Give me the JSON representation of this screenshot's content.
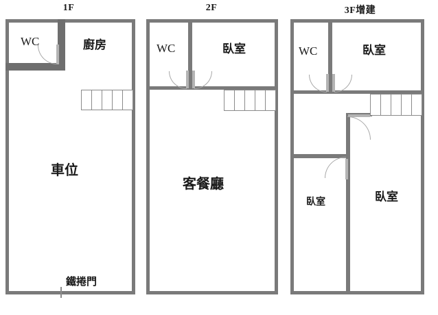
{
  "document": {
    "kind": "real-estate-floor-plan",
    "floor_count": 3
  },
  "floors": [
    {
      "id": "floor-1f",
      "title": "1F",
      "rooms": [
        {
          "name": "wc",
          "label": "WC",
          "script": "latin"
        },
        {
          "name": "kitchen",
          "label": "廚房",
          "script": "cjk"
        },
        {
          "name": "parking",
          "label": "車位",
          "script": "cjk"
        }
      ],
      "features": [
        {
          "name": "rolling-shutter-door",
          "label": "鐵捲門"
        },
        {
          "name": "staircase",
          "label": "",
          "steps": 5
        }
      ]
    },
    {
      "id": "floor-2f",
      "title": "2F",
      "rooms": [
        {
          "name": "wc",
          "label": "WC",
          "script": "latin"
        },
        {
          "name": "bedroom",
          "label": "臥室",
          "script": "cjk"
        },
        {
          "name": "living-dining-room",
          "label": "客餐廳",
          "script": "cjk"
        }
      ],
      "features": [
        {
          "name": "staircase",
          "label": "",
          "steps": 5
        }
      ]
    },
    {
      "id": "floor-3f",
      "title": "3F增建",
      "rooms": [
        {
          "name": "wc",
          "label": "WC",
          "script": "latin"
        },
        {
          "name": "bedroom-top",
          "label": "臥室",
          "script": "cjk"
        },
        {
          "name": "bedroom-left",
          "label": "臥室",
          "script": "cjk"
        },
        {
          "name": "bedroom-right",
          "label": "臥室",
          "script": "cjk"
        }
      ],
      "features": [
        {
          "name": "staircase",
          "label": "",
          "steps": 5
        }
      ]
    }
  ],
  "colors": {
    "wall": "#7a7a7a",
    "wall_thin": "#8d8d8d",
    "door_arc": "#a8a8a8",
    "text": "#1a1a1a",
    "background": "#ffffff"
  }
}
